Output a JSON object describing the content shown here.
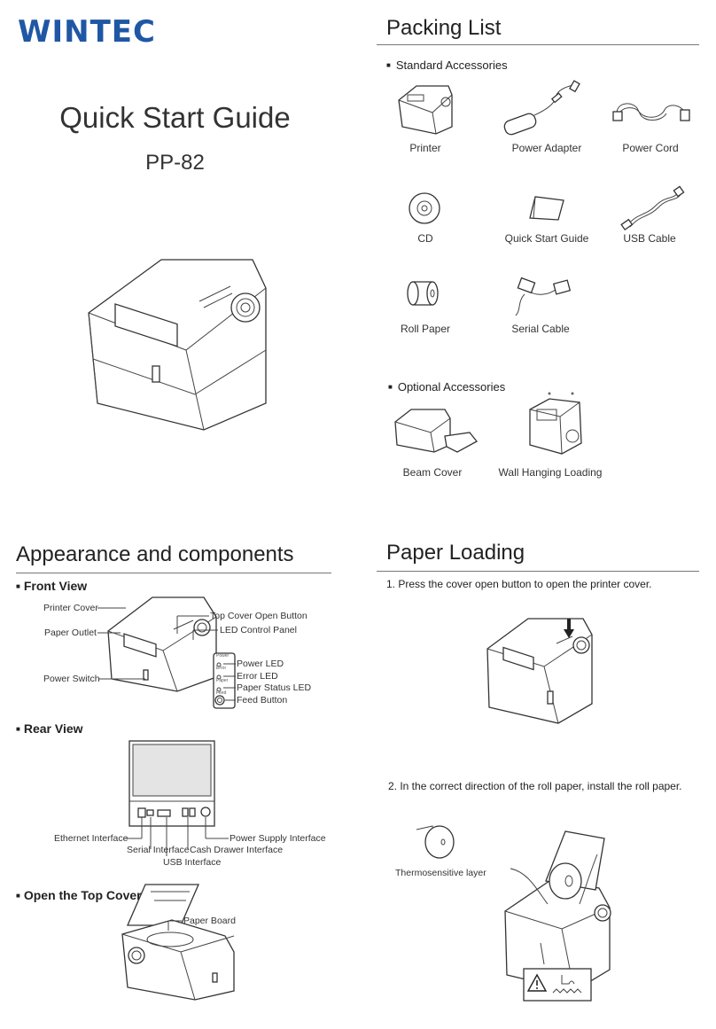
{
  "brand": {
    "logo": "WINTEC"
  },
  "cover": {
    "title": "Quick Start Guide",
    "model": "PP-82"
  },
  "packing_list": {
    "title": "Packing List",
    "standard_title": "Standard Accessories",
    "standard_items": [
      "Printer",
      "Power Adapter",
      "Power Cord",
      "CD",
      "Quick Start Guide",
      "USB Cable",
      "Roll Paper",
      "Serial Cable"
    ],
    "optional_title": "Optional Accessories",
    "optional_items": [
      "Beam Cover",
      "Wall Hanging Loading"
    ]
  },
  "appearance": {
    "title": "Appearance and components",
    "front_view": {
      "title": "Front View",
      "labels": [
        "Printer Cover",
        "Paper Outlet",
        "Power Switch",
        "Top Cover Open Button",
        "LED Control Panel",
        "Power LED",
        "Error LED",
        "Paper Status LED",
        "Feed Button"
      ],
      "panel_marks": [
        "Power",
        "Error",
        "Paper",
        "Feed"
      ]
    },
    "rear_view": {
      "title": "Rear View",
      "labels": [
        "Ethernet Interface",
        "Serial Interface",
        "USB Interface",
        "Cash Drawer Interface",
        "Power Supply Interface"
      ]
    },
    "open_cover": {
      "title": "Open the Top Cover",
      "labels": [
        "Paper Board"
      ]
    }
  },
  "paper_loading": {
    "title": "Paper Loading",
    "step1": "1. Press the cover open button to open the printer cover.",
    "step2": "2. In the correct direction of the roll paper, install the roll paper.",
    "thermo_label": "Thermosensitive layer"
  }
}
